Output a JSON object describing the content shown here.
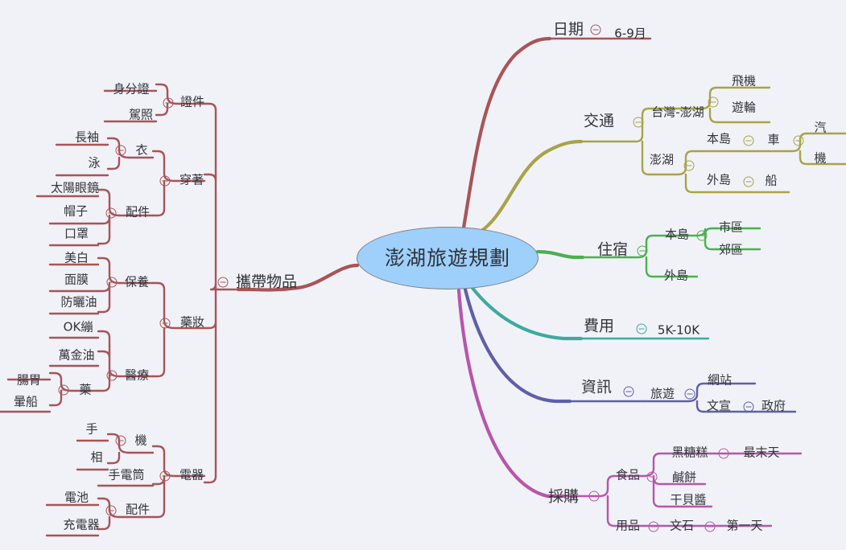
{
  "app": {
    "background": "#f1f2f8",
    "root_fill": "#9ed0fb",
    "root_stroke": "#7f7f86"
  },
  "root": {
    "label": "澎湖旅遊規劃"
  },
  "colors": {
    "date": "#a85457",
    "transport": "#a8a347",
    "lodging": "#4caf50",
    "cost": "#3fa9a0",
    "info": "#5f5fa8",
    "shopping": "#b656ab",
    "packing": "#a85457"
  },
  "branches": {
    "date": {
      "label": "日期",
      "value": "6-9月",
      "collapse_icon": "collapse-minus-icon"
    },
    "transport": {
      "label": "交通",
      "children": [
        {
          "label": "台灣-澎湖",
          "children": [
            {
              "label": "飛機"
            },
            {
              "label": "遊輪"
            }
          ]
        },
        {
          "label": "澎湖",
          "children": [
            {
              "label": "本島",
              "children": [
                {
                  "label": "車",
                  "children": [
                    {
                      "label": "汽"
                    },
                    {
                      "label": "機"
                    }
                  ]
                }
              ]
            },
            {
              "label": "外島",
              "children": [
                {
                  "label": "船"
                }
              ]
            }
          ]
        }
      ]
    },
    "lodging": {
      "label": "住宿",
      "children": [
        {
          "label": "本島",
          "children": [
            {
              "label": "市區"
            },
            {
              "label": "郊區"
            }
          ]
        },
        {
          "label": "外島"
        }
      ]
    },
    "cost": {
      "label": "費用",
      "value": "5K-10K"
    },
    "info": {
      "label": "資訊",
      "children": [
        {
          "label": "旅遊",
          "children": [
            {
              "label": "網站"
            },
            {
              "label": "文宣",
              "children": [
                {
                  "label": "政府"
                }
              ]
            }
          ]
        }
      ]
    },
    "shopping": {
      "label": "採購",
      "children": [
        {
          "label": "食品",
          "children": [
            {
              "label": "黑糖糕",
              "children": [
                {
                  "label": "最末天"
                }
              ]
            },
            {
              "label": "鹹餅"
            },
            {
              "label": "干貝醬"
            }
          ]
        },
        {
          "label": "用品",
          "children": [
            {
              "label": "文石",
              "children": [
                {
                  "label": "第一天"
                }
              ]
            }
          ]
        }
      ]
    },
    "packing": {
      "label": "攜帶物品",
      "children": [
        {
          "label": "證件",
          "children": [
            {
              "label": "身分證"
            },
            {
              "label": "駕照"
            }
          ]
        },
        {
          "label": "穿著",
          "children": [
            {
              "label": "衣",
              "children": [
                {
                  "label": "長袖"
                },
                {
                  "label": "泳"
                }
              ]
            },
            {
              "label": "配件",
              "children": [
                {
                  "label": "太陽眼鏡"
                },
                {
                  "label": "帽子"
                },
                {
                  "label": "口罩"
                }
              ]
            }
          ]
        },
        {
          "label": "藥妝",
          "children": [
            {
              "label": "保養",
              "children": [
                {
                  "label": "美白"
                },
                {
                  "label": "面膜"
                },
                {
                  "label": "防曬油"
                }
              ]
            },
            {
              "label": "醫療",
              "children": [
                {
                  "label": "OK繃"
                },
                {
                  "label": "萬金油"
                },
                {
                  "label": "藥",
                  "children": [
                    {
                      "label": "腸胃"
                    },
                    {
                      "label": "暈船"
                    }
                  ]
                }
              ]
            }
          ]
        },
        {
          "label": "電器",
          "children": [
            {
              "label": "機",
              "children": [
                {
                  "label": "手"
                },
                {
                  "label": "相"
                }
              ]
            },
            {
              "label": "手電筒"
            },
            {
              "label": "配件",
              "children": [
                {
                  "label": "電池"
                },
                {
                  "label": "充電器"
                }
              ]
            }
          ]
        }
      ]
    }
  }
}
